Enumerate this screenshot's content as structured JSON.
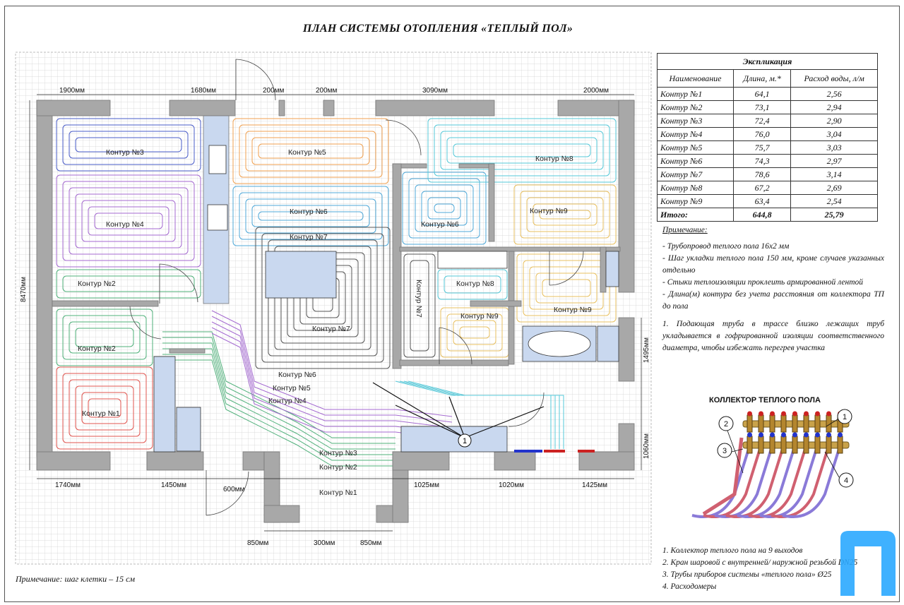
{
  "title": "ПЛАН СИСТЕМЫ ОТОПЛЕНИЯ «ТЕПЛЫЙ ПОЛ»",
  "dimensions": {
    "top": [
      "1900мм",
      "1680мм",
      "200мм",
      "200мм",
      "3090мм",
      "2000мм"
    ],
    "bottom": [
      "1740мм",
      "1450мм",
      "600мм",
      "1025мм",
      "1020мм",
      "1425мм"
    ],
    "bottom2": [
      "850мм",
      "300мм",
      "850мм"
    ],
    "left": "8470мм",
    "right": [
      "1495мм",
      "1060мм"
    ]
  },
  "circuits": {
    "c3": "Контур №3",
    "c4": "Контур №4",
    "c2a": "Контур №2",
    "c2b": "Контур №2",
    "c1": "Контур №1",
    "c5": "Контур №5",
    "c6a": "Контур №6",
    "c7a": "Контур №7",
    "c7b": "Контур №7",
    "c6b": "Контур №6",
    "c5b": "Контур №5",
    "c4b": "Контур №4",
    "c3b": "Контур №3",
    "c2c": "Контур №2",
    "c1b": "Контур №1",
    "c6c": "Контур №6",
    "c7v": "Контур №7",
    "c8a": "Контур №8",
    "c9a": "Контур №9",
    "c8b": "Контур №8",
    "c9b": "Контур №9",
    "c9c": "Контур №9"
  },
  "collector_marker": "1",
  "explication": {
    "caption": "Экспликация",
    "headers": [
      "Наименование",
      "Длина, м.*",
      "Расход воды, л/м"
    ],
    "rows": [
      [
        "Контур №1",
        "64,1",
        "2,56"
      ],
      [
        "Контур №2",
        "73,1",
        "2,94"
      ],
      [
        "Контур №3",
        "72,4",
        "2,90"
      ],
      [
        "Контур №4",
        "76,0",
        "3,04"
      ],
      [
        "Контур №5",
        "75,7",
        "3,03"
      ],
      [
        "Контур №6",
        "74,3",
        "2,97"
      ],
      [
        "Контур №7",
        "78,6",
        "3,14"
      ],
      [
        "Контур №8",
        "67,2",
        "2,69"
      ],
      [
        "Контур №9",
        "63,4",
        "2,54"
      ]
    ],
    "total": [
      "Итого:",
      "644,8",
      "25,79"
    ]
  },
  "notes": {
    "heading": "Примечание:",
    "items": [
      "- Трубопровод теплого пола 16х2 мм",
      "- Шаг укладки теплого пола 150 мм, кроме случаев указанных отдельно",
      "- Стыки теплоизоляции проклеить армированной лентой",
      "- Длина(м) контура без учета расстояния от коллектора ТП до пола",
      "1. Подающая труба в трассе близко лежащих труб укладывается в гофрированной изоляции соответственного диаметра, чтобы избежать перегрев участка"
    ]
  },
  "collector": {
    "title": "КОЛЛЕКТОР ТЕПЛОГО ПОЛА",
    "markers": [
      "1",
      "2",
      "3",
      "4"
    ]
  },
  "legend": [
    "1.  Коллектор теплого пола на 9 выходов",
    "2. Кран шаровой с внутренней/ наружной резьбой DN25",
    "3.  Трубы приборов системы «теплого пола» Ø25",
    "4. Расходомеры"
  ],
  "grid_note": "Примечание: шаг клетки – 15 см",
  "colors": {
    "wall": "#a8a8a8",
    "c1": "#e0554f",
    "c2": "#4fb07a",
    "c3": "#4a5cc8",
    "c4": "#a46ad0",
    "c5": "#f0a050",
    "c6": "#4fa8d8",
    "c7": "#555555",
    "c8": "#56c8d8",
    "c9": "#e8c060",
    "furniture": "#c9d8ef"
  }
}
